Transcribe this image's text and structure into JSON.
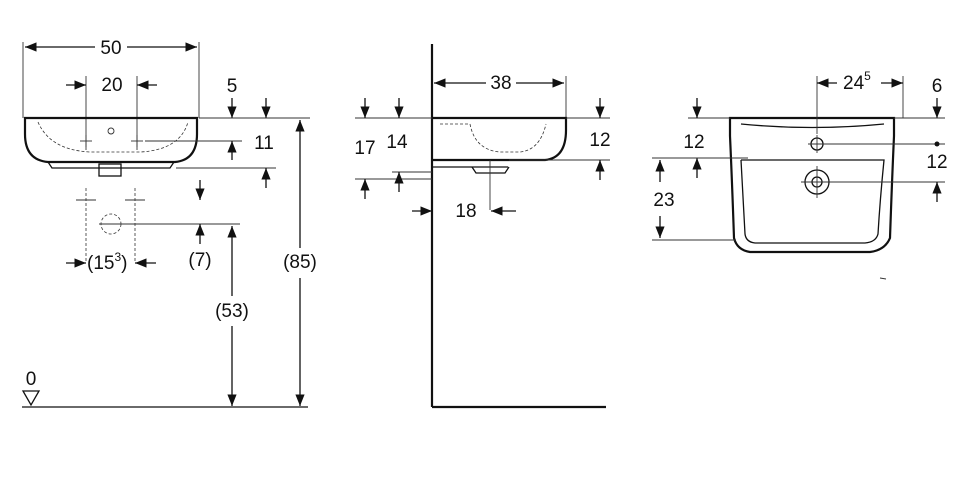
{
  "front": {
    "width": "50",
    "taps": "20",
    "rim_offset": "5",
    "rim_height": "11",
    "trap": "15",
    "trap_sup": "3",
    "trap_open": "(",
    "trap_close": ")",
    "trap_drop": "(7)",
    "drain_height": "(53)",
    "total_height": "(85)",
    "floor": "0"
  },
  "side": {
    "depth": "38",
    "outer_h": "17",
    "inner_h": "14",
    "rim": "12",
    "drain_offset": "18"
  },
  "top": {
    "tap_x": "24",
    "tap_x_sup": "5",
    "right_gap": "6",
    "top_gap": "12",
    "tap_to_drain": "12",
    "bowl_depth": "23"
  }
}
